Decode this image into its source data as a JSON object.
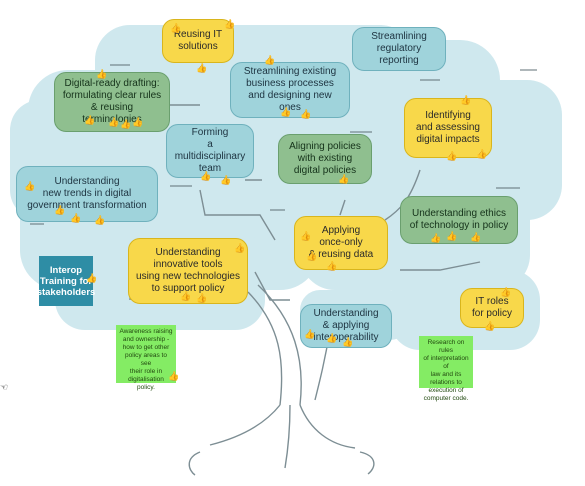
{
  "nodes": {
    "reusing_it": "Reusing IT\nsolutions",
    "streamlining_regulatory": "Streamlining\nregulatory\nreporting",
    "digital_ready": "Digital-ready drafting:\nformulating clear rules\n& reusing terminologies",
    "streamlining_processes": "Streamlining existing\nbusiness processes\nand designing new ones",
    "identifying_impacts": "Identifying\nand assessing\ndigital impacts",
    "forming_team": "Forming\na multidisciplinary\nteam",
    "aligning_policies": "Aligning policies\nwith existing\ndigital policies",
    "understanding_trends": "Understanding\nnew trends in digital\ngovernment transformation",
    "understanding_ethics": "Understanding ethics\nof technology in policy",
    "applying_once_only": "Applying\nonce-only\n& reusing data",
    "understanding_tools": "Understanding\ninnovative tools\nusing new technologies\nto support policy",
    "interop_training": "Interop\nTraining for\nstakeholders",
    "it_roles": "IT roles\nfor policy",
    "interoperability": "Understanding\n& applying\ninteroperability"
  },
  "notes": {
    "awareness": "Awareness raising\nand ownership -\nhow to get other\npolicy areas to see\ntheir role in\ndigitalisation\npolicy.",
    "research": "Research on rules\nof interpretation of\nlaw and its\nrelations to\nexecution of\ncomputer code."
  },
  "icons": {
    "vote": "thumbs-up-icon",
    "cursor": "pointing-hand-icon"
  },
  "colors": {
    "canopy": "#cfe8ee",
    "teal": "#9fd3db",
    "yellow": "#f8d84a",
    "green": "#8fbf8f",
    "dark": "#2e8da5",
    "note": "#84ec64",
    "trunk": "#7d8e94"
  }
}
